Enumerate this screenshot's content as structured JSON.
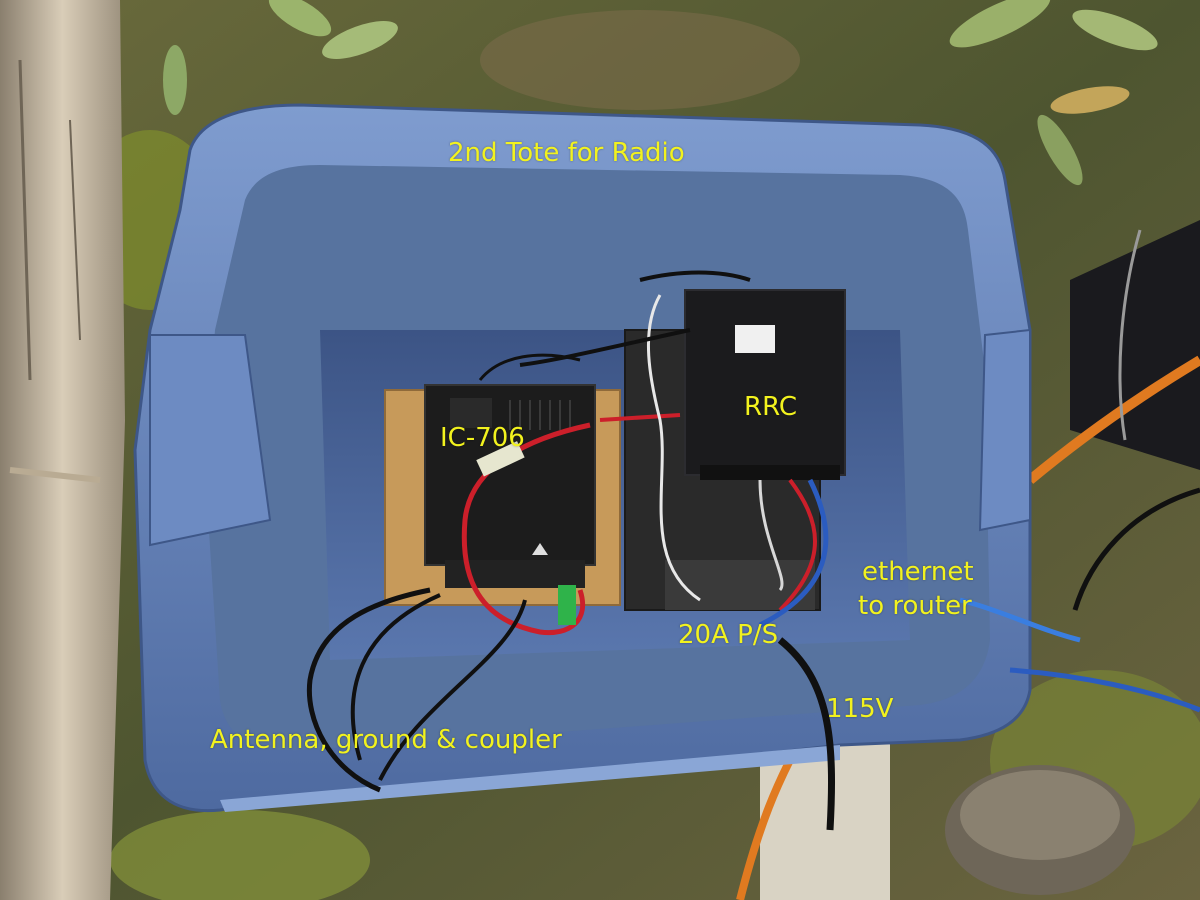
{
  "labels": {
    "title": "2nd Tote for Radio",
    "rrc": "RRC",
    "ic706": "IC-706",
    "ethernet_line1": "ethernet",
    "ethernet_line2": "to router",
    "power_supply": "20A P/S",
    "mains": "115V",
    "antenna": "Antenna, ground & coupler"
  },
  "colors": {
    "annotation_text": "#f2f21e",
    "tote": "#4f6fa8",
    "ground_moss": "#6f7a35",
    "wood": "#c79a5a",
    "equipment": "#1c1c1c"
  }
}
